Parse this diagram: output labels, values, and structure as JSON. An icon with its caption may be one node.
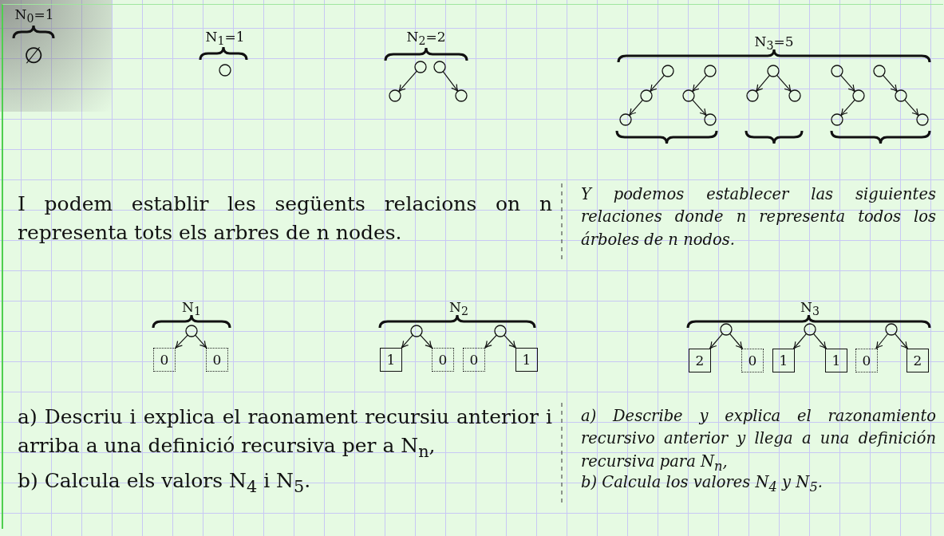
{
  "diagram": {
    "nodes": [
      {
        "text": [],
        "shape": "circle"
      },
      {
        "text": [],
        "shape": "circle"
      },
      {
        "text": [],
        "shape": "circle"
      },
      {
        "text": [],
        "shape": "circle"
      },
      {
        "text": [],
        "shape": "circle"
      },
      {
        "text": [],
        "shape": "circle"
      },
      {
        "text": [],
        "shape": "circle"
      },
      {
        "text": [],
        "shape": "circle"
      },
      {
        "text": [],
        "shape": "circle"
      },
      {
        "text": [],
        "shape": "circle"
      },
      {
        "text": [],
        "shape": "circle"
      },
      {
        "text": [],
        "shape": "circle"
      },
      {
        "text": [],
        "shape": "circle"
      },
      {
        "text": [],
        "shape": "circle"
      },
      {
        "text": [],
        "shape": "circle"
      },
      {
        "text": [],
        "shape": "circle"
      },
      {
        "text": [],
        "shape": "circle"
      },
      {
        "text": [],
        "shape": "circle"
      },
      {
        "text": [],
        "shape": "circle"
      },
      {
        "text": [],
        "shape": "circle"
      },
      {
        "text": [],
        "shape": "circle"
      },
      {
        "text": [
          "0"
        ]
      },
      {
        "text": [
          "0"
        ]
      },
      {
        "text": [],
        "shape": "circle"
      },
      {
        "text": [
          "1"
        ]
      },
      {
        "text": [
          "0"
        ]
      },
      {
        "text": [],
        "shape": "circle"
      },
      {
        "text": [
          "0"
        ]
      },
      {
        "text": [
          "1"
        ]
      },
      {
        "text": [],
        "shape": "circle"
      },
      {
        "text": [
          "2"
        ]
      },
      {
        "text": [
          "0"
        ]
      },
      {
        "text": [],
        "shape": "circle"
      },
      {
        "text": [
          "1"
        ]
      },
      {
        "text": [
          "1"
        ]
      },
      {
        "text": [],
        "shape": "circle"
      },
      {
        "text": [
          "0"
        ]
      },
      {
        "text": [
          "2"
        ]
      }
    ],
    "edges": [
      {
        "from": 1,
        "to": 2,
        "arrow": "to"
      },
      {
        "from": 3,
        "to": 4,
        "arrow": "to"
      },
      {
        "from": 5,
        "to": 6,
        "arrow": "to"
      },
      {
        "from": 6,
        "to": 7,
        "arrow": "to"
      },
      {
        "from": 8,
        "to": 9,
        "arrow": "to"
      },
      {
        "from": 9,
        "to": 10,
        "arrow": "to"
      },
      {
        "from": 11,
        "to": 12,
        "arrow": "to"
      },
      {
        "from": 11,
        "to": 13,
        "arrow": "to"
      },
      {
        "from": 14,
        "to": 15,
        "arrow": "to"
      },
      {
        "from": 15,
        "to": 16,
        "arrow": "to"
      },
      {
        "from": 17,
        "to": 18,
        "arrow": "to"
      },
      {
        "from": 18,
        "to": 19,
        "arrow": "to"
      },
      {
        "from": 20,
        "to": 21,
        "arrow": "to"
      },
      {
        "from": 20,
        "to": 22,
        "arrow": "to"
      },
      {
        "from": 23,
        "to": 24,
        "arrow": "to"
      },
      {
        "from": 23,
        "to": 25,
        "arrow": "to"
      },
      {
        "from": 26,
        "to": 27,
        "arrow": "to"
      },
      {
        "from": 26,
        "to": 28,
        "arrow": "to"
      },
      {
        "from": 29,
        "to": 30,
        "arrow": "to"
      },
      {
        "from": 29,
        "to": 31,
        "arrow": "to"
      },
      {
        "from": 32,
        "to": 33,
        "arrow": "to"
      },
      {
        "from": 32,
        "to": 34,
        "arrow": "to"
      },
      {
        "from": 35,
        "to": 36,
        "arrow": "to"
      },
      {
        "from": 35,
        "to": 37,
        "arrow": "to"
      }
    ],
    "labels": [
      "N$_{0}$=1",
      "∅",
      "N$_{1}$=1",
      "N$_{2}$=2",
      "N$_{3}$=5",
      "I podem establir les següents relacions on n representa tots els arbres de n nodes.",
      "Y podemos establecer las siguientes relaciones donde n representa todos los árboles de n nodos.",
      "N$_{1}$",
      "N$_{2}$",
      "N$_{3}$",
      "a) Descriu i explica el raonament recursiu anterior i arriba a una definició recursiva per a N$_{n}$,",
      "b) Calcula els valors N$_{4}$ i N$_{5}$.",
      "a) Describe y explica el razonamiento recursivo anterior y llega a una definición recursiva para N$_{n}$,",
      "b) Calcula los valores N$_{4}$ y N$_{5}$."
    ]
  }
}
